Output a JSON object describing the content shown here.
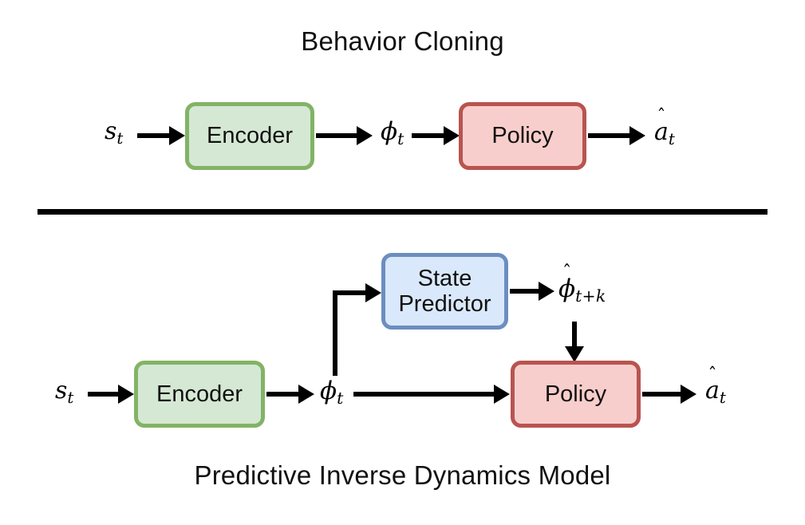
{
  "figure": {
    "top_title": "Behavior Cloning",
    "bottom_title": "Predictive Inverse Dynamics Model"
  },
  "colors": {
    "green_fill": "#d5e8d4",
    "green_stroke": "#82b366",
    "red_fill": "#f8cecc",
    "red_stroke": "#b85450",
    "blue_fill": "#dae8fc",
    "blue_stroke": "#6c8ebf",
    "line": "#000000",
    "background": "#ffffff"
  },
  "behavior_cloning": {
    "input_label": {
      "symbol": "s",
      "subscript": "t"
    },
    "encoder_label": "Encoder",
    "feature_label": {
      "symbol": "ϕ",
      "subscript": "t"
    },
    "policy_label": "Policy",
    "output_label": {
      "symbol": "a",
      "subscript": "t",
      "accent": "ˆ"
    }
  },
  "predictive_inverse_dynamics_model": {
    "input_label": {
      "symbol": "s",
      "subscript": "t"
    },
    "encoder_label": "Encoder",
    "feature_label": {
      "symbol": "ϕ",
      "subscript": "t"
    },
    "state_predictor_label_line1": "State",
    "state_predictor_label_line2": "Predictor",
    "predicted_feature_label": {
      "symbol": "ϕ",
      "subscript": "t+k",
      "accent": "ˆ"
    },
    "policy_label": "Policy",
    "output_label": {
      "symbol": "a",
      "subscript": "t",
      "accent": "ˆ"
    }
  }
}
